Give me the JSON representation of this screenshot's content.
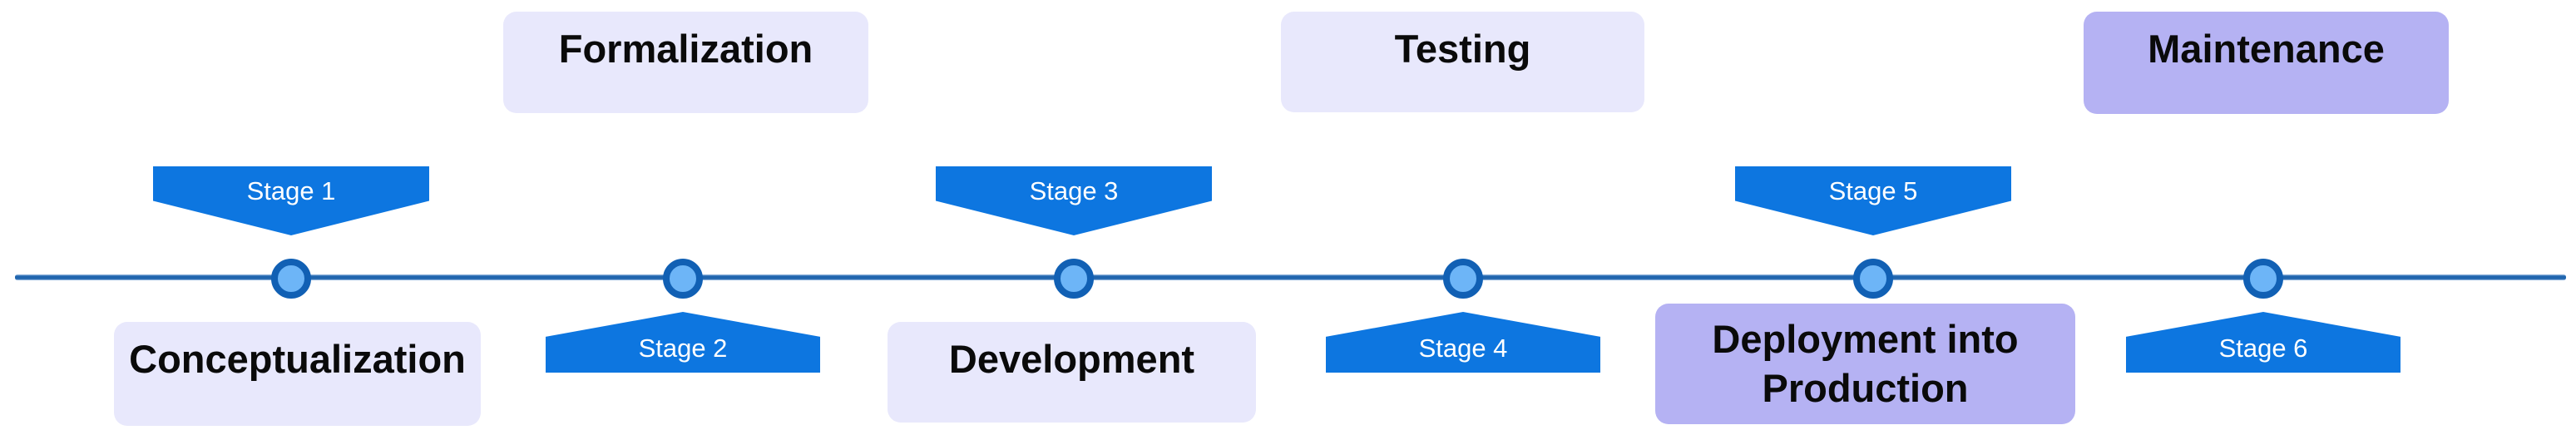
{
  "diagram": {
    "title_hint": "Six-stage process timeline",
    "colors": {
      "banner_blue": "#0d76e0",
      "timeline_blue": "#2065ae",
      "node_fill": "#6db5f7",
      "node_border": "#1160b4",
      "phase_box_light": "#e8e8fc",
      "phase_box_purple": "#b5b2f3",
      "phase_text": "#0a0a0a",
      "stage_text": "#ffffff"
    },
    "stages": [
      {
        "stage_label": "Stage 1",
        "phase_label": "Conceptualization",
        "banner_direction": "down",
        "phase_position": "below",
        "phase_style": "light"
      },
      {
        "stage_label": "Stage 2",
        "phase_label": "Formalization",
        "banner_direction": "up",
        "phase_position": "above",
        "phase_style": "light"
      },
      {
        "stage_label": "Stage 3",
        "phase_label": "Development",
        "banner_direction": "down",
        "phase_position": "below",
        "phase_style": "light"
      },
      {
        "stage_label": "Stage 4",
        "phase_label": "Testing",
        "banner_direction": "up",
        "phase_position": "above",
        "phase_style": "light"
      },
      {
        "stage_label": "Stage 5",
        "phase_label": "Deployment into Production",
        "banner_direction": "down",
        "phase_position": "below",
        "phase_style": "purple"
      },
      {
        "stage_label": "Stage 6",
        "phase_label": "Maintenance",
        "banner_direction": "up",
        "phase_position": "above",
        "phase_style": "purple"
      }
    ]
  }
}
